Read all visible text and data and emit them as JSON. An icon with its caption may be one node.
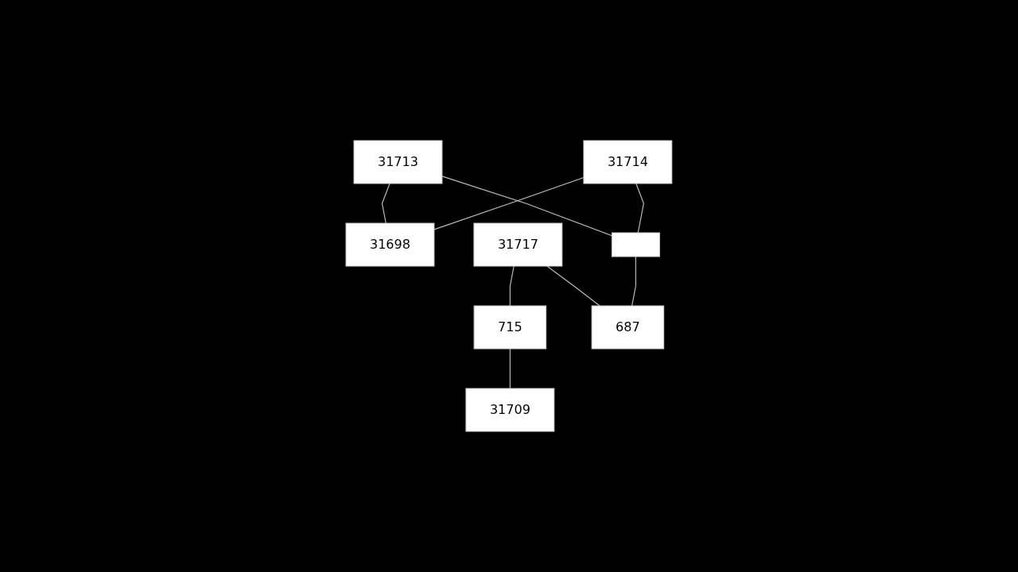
{
  "diagram": {
    "nodes": [
      {
        "text": [
          "31714"
        ]
      },
      {
        "text": [
          "31713"
        ]
      },
      {
        "text": [
          "31698"
        ]
      },
      {
        "text": [
          "31717"
        ]
      },
      {
        "text": [
          "715"
        ]
      },
      {
        "text": [],
        "shape": "box"
      },
      {
        "text": [
          "687"
        ]
      },
      {
        "text": [
          "31709"
        ]
      }
    ],
    "edges": [
      {
        "from": 0,
        "to": 2,
        "arrow": "none"
      },
      {
        "from": 1,
        "to": 2,
        "arrow": "none"
      },
      {
        "from": 0,
        "to": 5,
        "arrow": "none"
      },
      {
        "from": 1,
        "to": 5,
        "arrow": "none"
      },
      {
        "from": 5,
        "to": 6,
        "arrow": "none"
      },
      {
        "from": 3,
        "to": 6,
        "arrow": "none"
      },
      {
        "from": 3,
        "to": 4,
        "arrow": "none"
      },
      {
        "from": 4,
        "to": 7,
        "arrow": "none"
      }
    ]
  }
}
